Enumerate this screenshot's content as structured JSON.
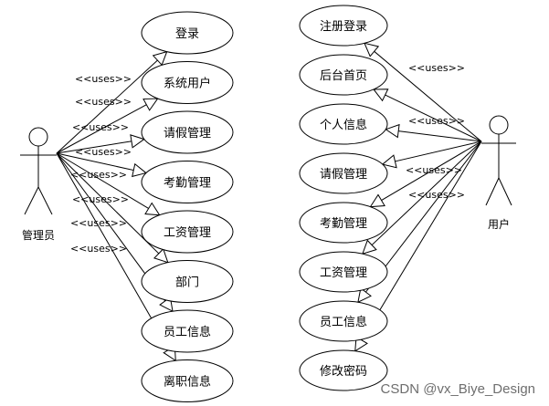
{
  "actors": {
    "admin": {
      "label": "管理员",
      "icon": "stick-figure-icon"
    },
    "user": {
      "label": "用户",
      "icon": "stick-figure-icon"
    }
  },
  "uses_label": "<<uses>>",
  "admin_use_cases": [
    "登录",
    "系统用户",
    "请假管理",
    "考勤管理",
    "工资管理",
    "部门",
    "员工信息",
    "离职信息"
  ],
  "user_use_cases": [
    "注册登录",
    "后台首页",
    "个人信息",
    "请假管理",
    "考勤管理",
    "工资管理",
    "员工信息",
    "修改密码"
  ],
  "watermark": "CSDN @vx_Biye_Design"
}
